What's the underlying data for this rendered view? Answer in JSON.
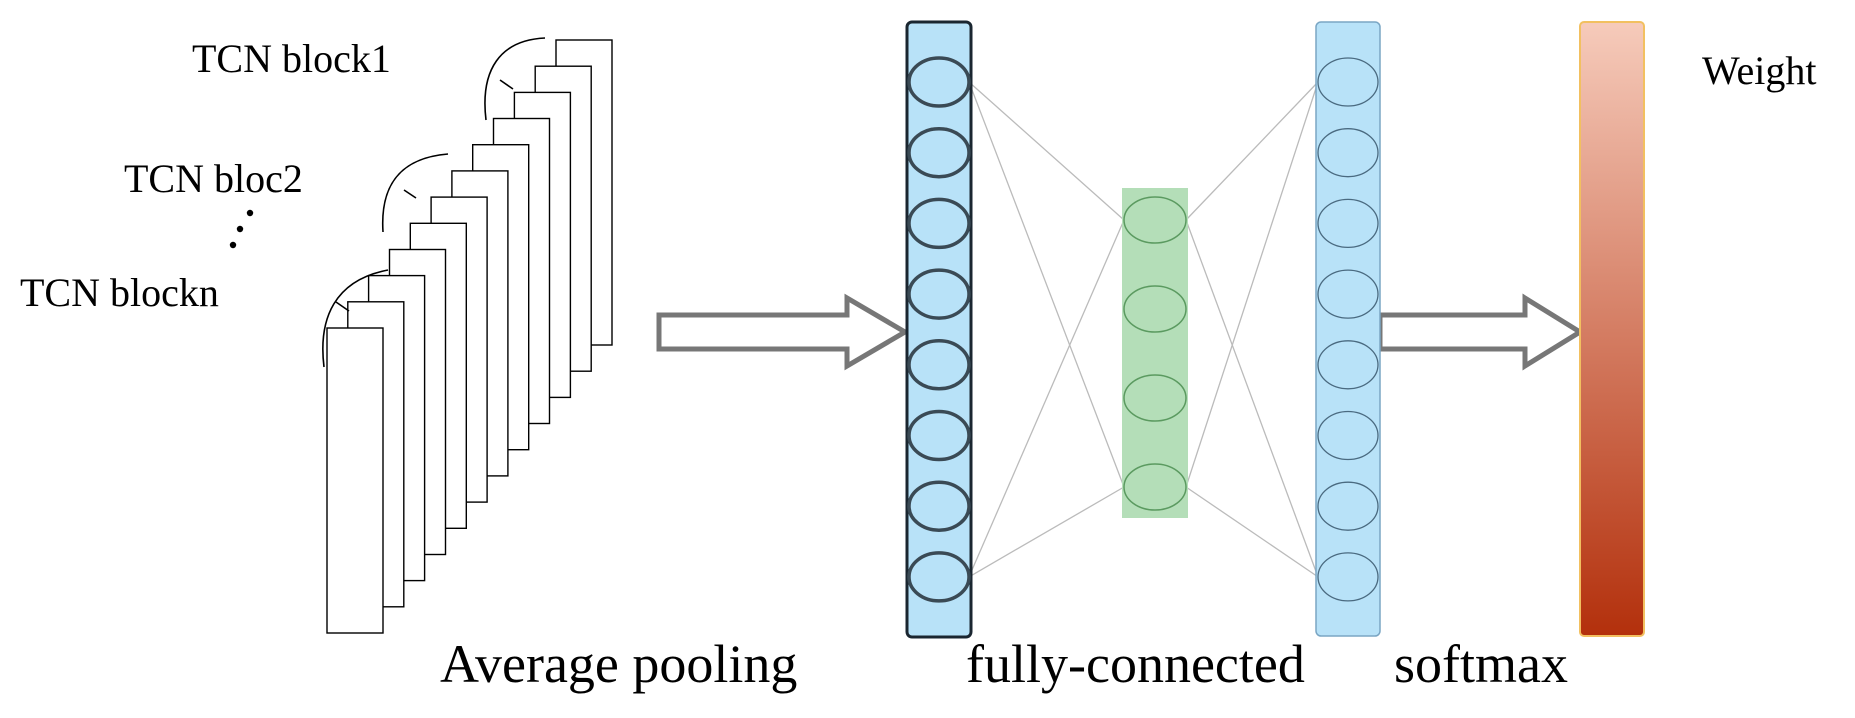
{
  "labels": {
    "block1": "TCN block1",
    "block2": "TCN bloc2",
    "blockn": "TCN blockn",
    "weight": "Weight",
    "average_pooling": "Average pooling",
    "fully_connected": "fully-connected",
    "softmax": "softmax"
  },
  "stack": {
    "page_count": 12
  },
  "layers": {
    "pool": {
      "nodes": 8,
      "fill": "#B8E2F8",
      "stroke": "#3A4A55"
    },
    "hidden": {
      "nodes": 4,
      "fill": "#B4DEB8",
      "stroke": "#5B9A60"
    },
    "output": {
      "nodes": 8,
      "fill": "#B8E2F8",
      "stroke": "#4A6A80"
    }
  },
  "weight_bar": {
    "top_color": "#F6CBBB",
    "bottom_color": "#B3300C",
    "border": "#F2C060"
  },
  "colors": {
    "arrow": "#777777",
    "connection": "#BBBBBB",
    "outline": "#000000"
  }
}
